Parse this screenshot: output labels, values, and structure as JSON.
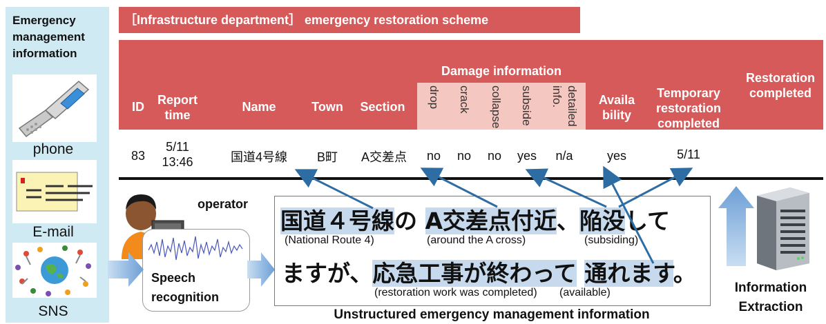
{
  "sidebar": {
    "title_lines": [
      "Emergency",
      "management",
      "information"
    ],
    "channels": [
      {
        "label": "phone",
        "icon": "flip-phone-icon"
      },
      {
        "label": "E-mail",
        "icon": "envelope-icon"
      },
      {
        "label": "SNS",
        "icon": "globe-people-icon"
      }
    ]
  },
  "scheme": {
    "title": "［Infrastructure department］ emergency restoration scheme",
    "damage_header": "Damage information",
    "columns": {
      "id": "ID",
      "report_time": [
        "Report",
        "time"
      ],
      "name": "Name",
      "town": "Town",
      "section": "Section",
      "availability": [
        "Availa",
        "bility"
      ],
      "temp_restoration": [
        "Temporary",
        "restoration",
        "completed"
      ],
      "restoration": [
        "Restoration",
        "completed"
      ]
    },
    "damage_columns": [
      "drop",
      "crack",
      "collapse",
      "subside",
      [
        "detailed",
        "info."
      ]
    ],
    "row": {
      "id": "83",
      "report_time": [
        "5/11",
        "13:46"
      ],
      "name": "国道4号線",
      "town": "B町",
      "section": "A交差点",
      "drop": "no",
      "crack": "no",
      "collapse": "no",
      "subside": "yes",
      "detailed": "n/a",
      "availability": "yes",
      "temp_restoration": "5/11"
    }
  },
  "operator_label": "operator",
  "speech": {
    "lines": [
      "Speech",
      "recognition"
    ]
  },
  "utterance": {
    "line1": {
      "seg1": "国道４号線",
      "seg2": "の ",
      "seg3": "A交差点付近",
      "seg4": "、",
      "seg5": "陥没",
      "seg6": "して"
    },
    "gloss1": [
      "(National Route 4)",
      "(around the A cross)",
      "(subsiding)"
    ],
    "line2": {
      "seg1": "ますが、",
      "seg2": "応急工事が終わって",
      "seg3": " ",
      "seg4": "通れます",
      "seg5": "。"
    },
    "gloss2": [
      "(restoration work was completed)",
      "(available)"
    ]
  },
  "unstructured_caption": "Unstructured emergency management information",
  "extraction_label": [
    "Information",
    "Extraction"
  ],
  "colors": {
    "header": "#d65a5a",
    "subheader": "#f4c7c1",
    "highlight": "#c7d9ec",
    "sidebar": "#cfeaf3",
    "arrow": "#2e6da4"
  }
}
